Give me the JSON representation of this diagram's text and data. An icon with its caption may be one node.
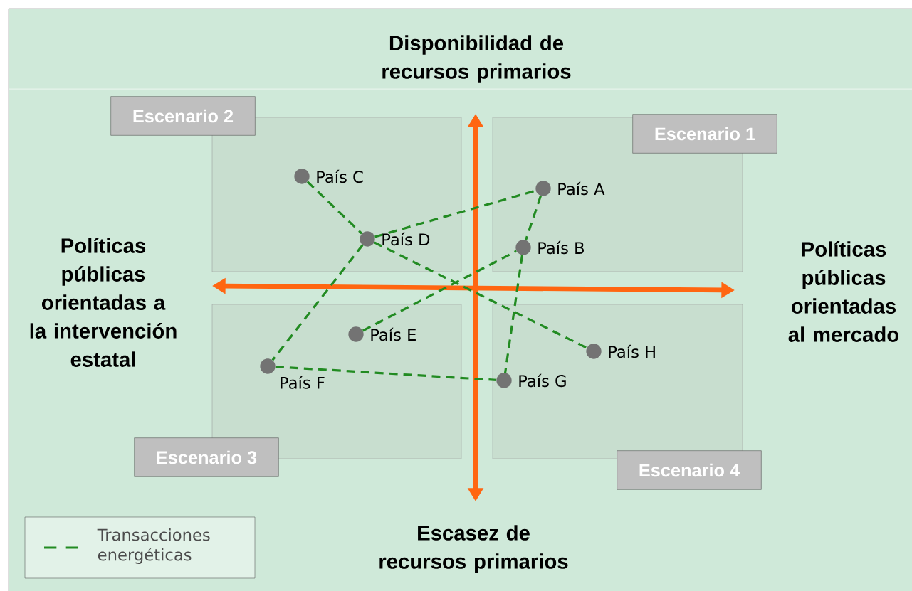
{
  "diagram": {
    "nodes": [
      {
        "text": [
          "Escenario 2"
        ]
      },
      {
        "text": [
          "Escenario 1"
        ]
      },
      {
        "text": [
          "Escenario 3"
        ]
      },
      {
        "text": [
          "Escenario 4"
        ]
      },
      {
        "text": [],
        "shape": "circle",
        "beside": [
          "País C"
        ]
      },
      {
        "text": [],
        "shape": "circle",
        "beside": [
          "País A"
        ]
      },
      {
        "text": [],
        "shape": "circle",
        "beside": [
          "País D"
        ]
      },
      {
        "text": [],
        "shape": "circle",
        "beside": [
          "País B"
        ]
      },
      {
        "text": [],
        "shape": "circle",
        "beside": [
          "País E"
        ]
      },
      {
        "text": [],
        "shape": "circle",
        "beside": [
          "País H"
        ]
      },
      {
        "text": [],
        "shape": "circle",
        "beside": [
          "País F"
        ]
      },
      {
        "text": [],
        "shape": "circle",
        "beside": [
          "País G"
        ]
      }
    ],
    "edges": [
      {
        "from": 4,
        "to": 6,
        "arrow": "none",
        "style": "dashed"
      },
      {
        "from": 6,
        "to": 5,
        "arrow": "none",
        "style": "dashed"
      },
      {
        "from": 5,
        "to": 7,
        "arrow": "none",
        "style": "dashed"
      },
      {
        "from": 7,
        "to": 11,
        "arrow": "none",
        "style": "dashed"
      },
      {
        "from": 6,
        "to": 10,
        "arrow": "none",
        "style": "dashed"
      },
      {
        "from": 10,
        "to": 11,
        "arrow": "none",
        "style": "dashed"
      },
      {
        "from": 8,
        "to": 7,
        "arrow": "none",
        "style": "dashed"
      },
      {
        "from": 6,
        "to": 9,
        "arrow": "none",
        "style": "dashed"
      }
    ],
    "labels": [
      "Disponibilidad de recursos primarios",
      "Políticas públicas orientadas a la intervención estatal",
      "Políticas públicas orientadas al mercado",
      "Escasez de recursos primarios"
    ],
    "legend": [
      {
        "text": "Transacciones energéticas"
      }
    ]
  }
}
